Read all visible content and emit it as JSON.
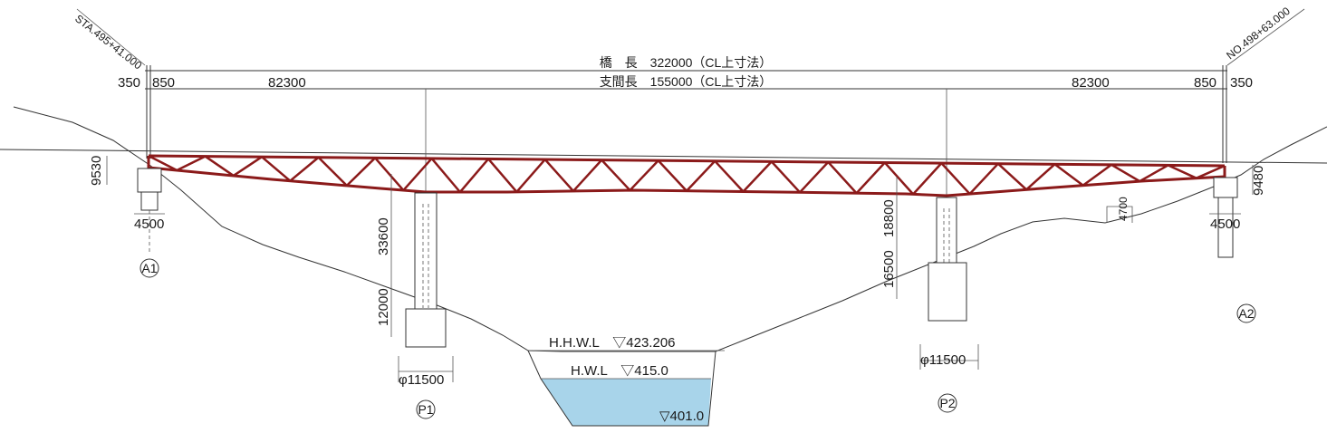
{
  "stations": {
    "left": "STA.495+41.000",
    "right": "NO.498+63.000"
  },
  "top_dims": {
    "bridge_length": "橋　長　322000（CL上寸法）",
    "span_length": "支間長　155000（CL上寸法）",
    "left_a": "350",
    "left_b": "850",
    "left_span": "82300",
    "right_span": "82300",
    "right_b": "850",
    "right_a": "350"
  },
  "abutment_dims": {
    "a1_height": "9530",
    "a1_width": "4500",
    "a2_height": "9480",
    "a2_width": "4500",
    "slope_note": "4700"
  },
  "pier_dims": {
    "p1_upper": "33600",
    "p1_lower": "12000",
    "p1_diameter": "φ11500",
    "p2_upper": "18800",
    "p2_lower": "16500",
    "p2_diameter": "φ11500"
  },
  "water": {
    "hhwl": "H.H.W.L　▽423.206",
    "hwl": "H.W.L　▽415.0",
    "bed": "▽401.0"
  },
  "labels": {
    "a1": "A1",
    "a2": "A2",
    "p1": "P1",
    "p2": "P2"
  },
  "colors": {
    "truss": "#8b1a1a",
    "water": "#a8d4ea"
  }
}
